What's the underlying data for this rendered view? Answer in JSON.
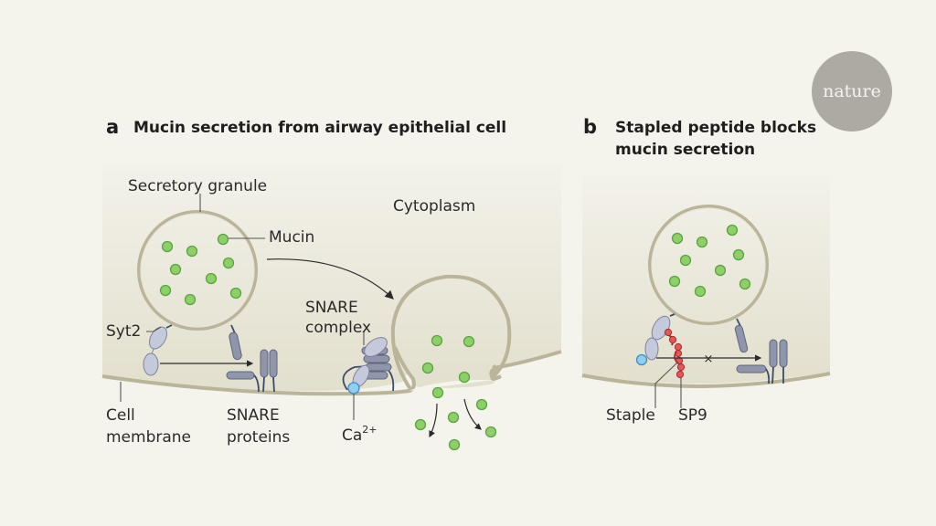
{
  "logo": {
    "text": "nature",
    "color": "#adaaa4"
  },
  "panel_a": {
    "letter": "a",
    "title": "Mucin secretion from airway epithelial cell",
    "labels": {
      "secretory_granule": "Secretory granule",
      "mucin": "Mucin",
      "cytoplasm": "Cytoplasm",
      "syt2": "Syt2",
      "snare_complex_line1": "SNARE",
      "snare_complex_line2": "complex",
      "cell_membrane_line1": "Cell",
      "cell_membrane_line2": "membrane",
      "snare_proteins_line1": "SNARE",
      "snare_proteins_line2": "proteins",
      "calcium_base": "Ca",
      "calcium_charge": "2+"
    }
  },
  "panel_b": {
    "letter": "b",
    "title_line1": "Stapled peptide blocks",
    "title_line2": "mucin secretion",
    "labels": {
      "staple": "Staple",
      "sp9": "SP9",
      "blocked_marker": "×"
    }
  },
  "colors": {
    "background": "#f4f3ec",
    "cytoplasm": "#e6e3d3",
    "membrane": "#b9b49a",
    "mucin": "#8fcf6a",
    "protein": "#c5c9dc",
    "snare": "#8f95ab",
    "calcium": "#8fd0f2",
    "staple": "#e0585a"
  }
}
